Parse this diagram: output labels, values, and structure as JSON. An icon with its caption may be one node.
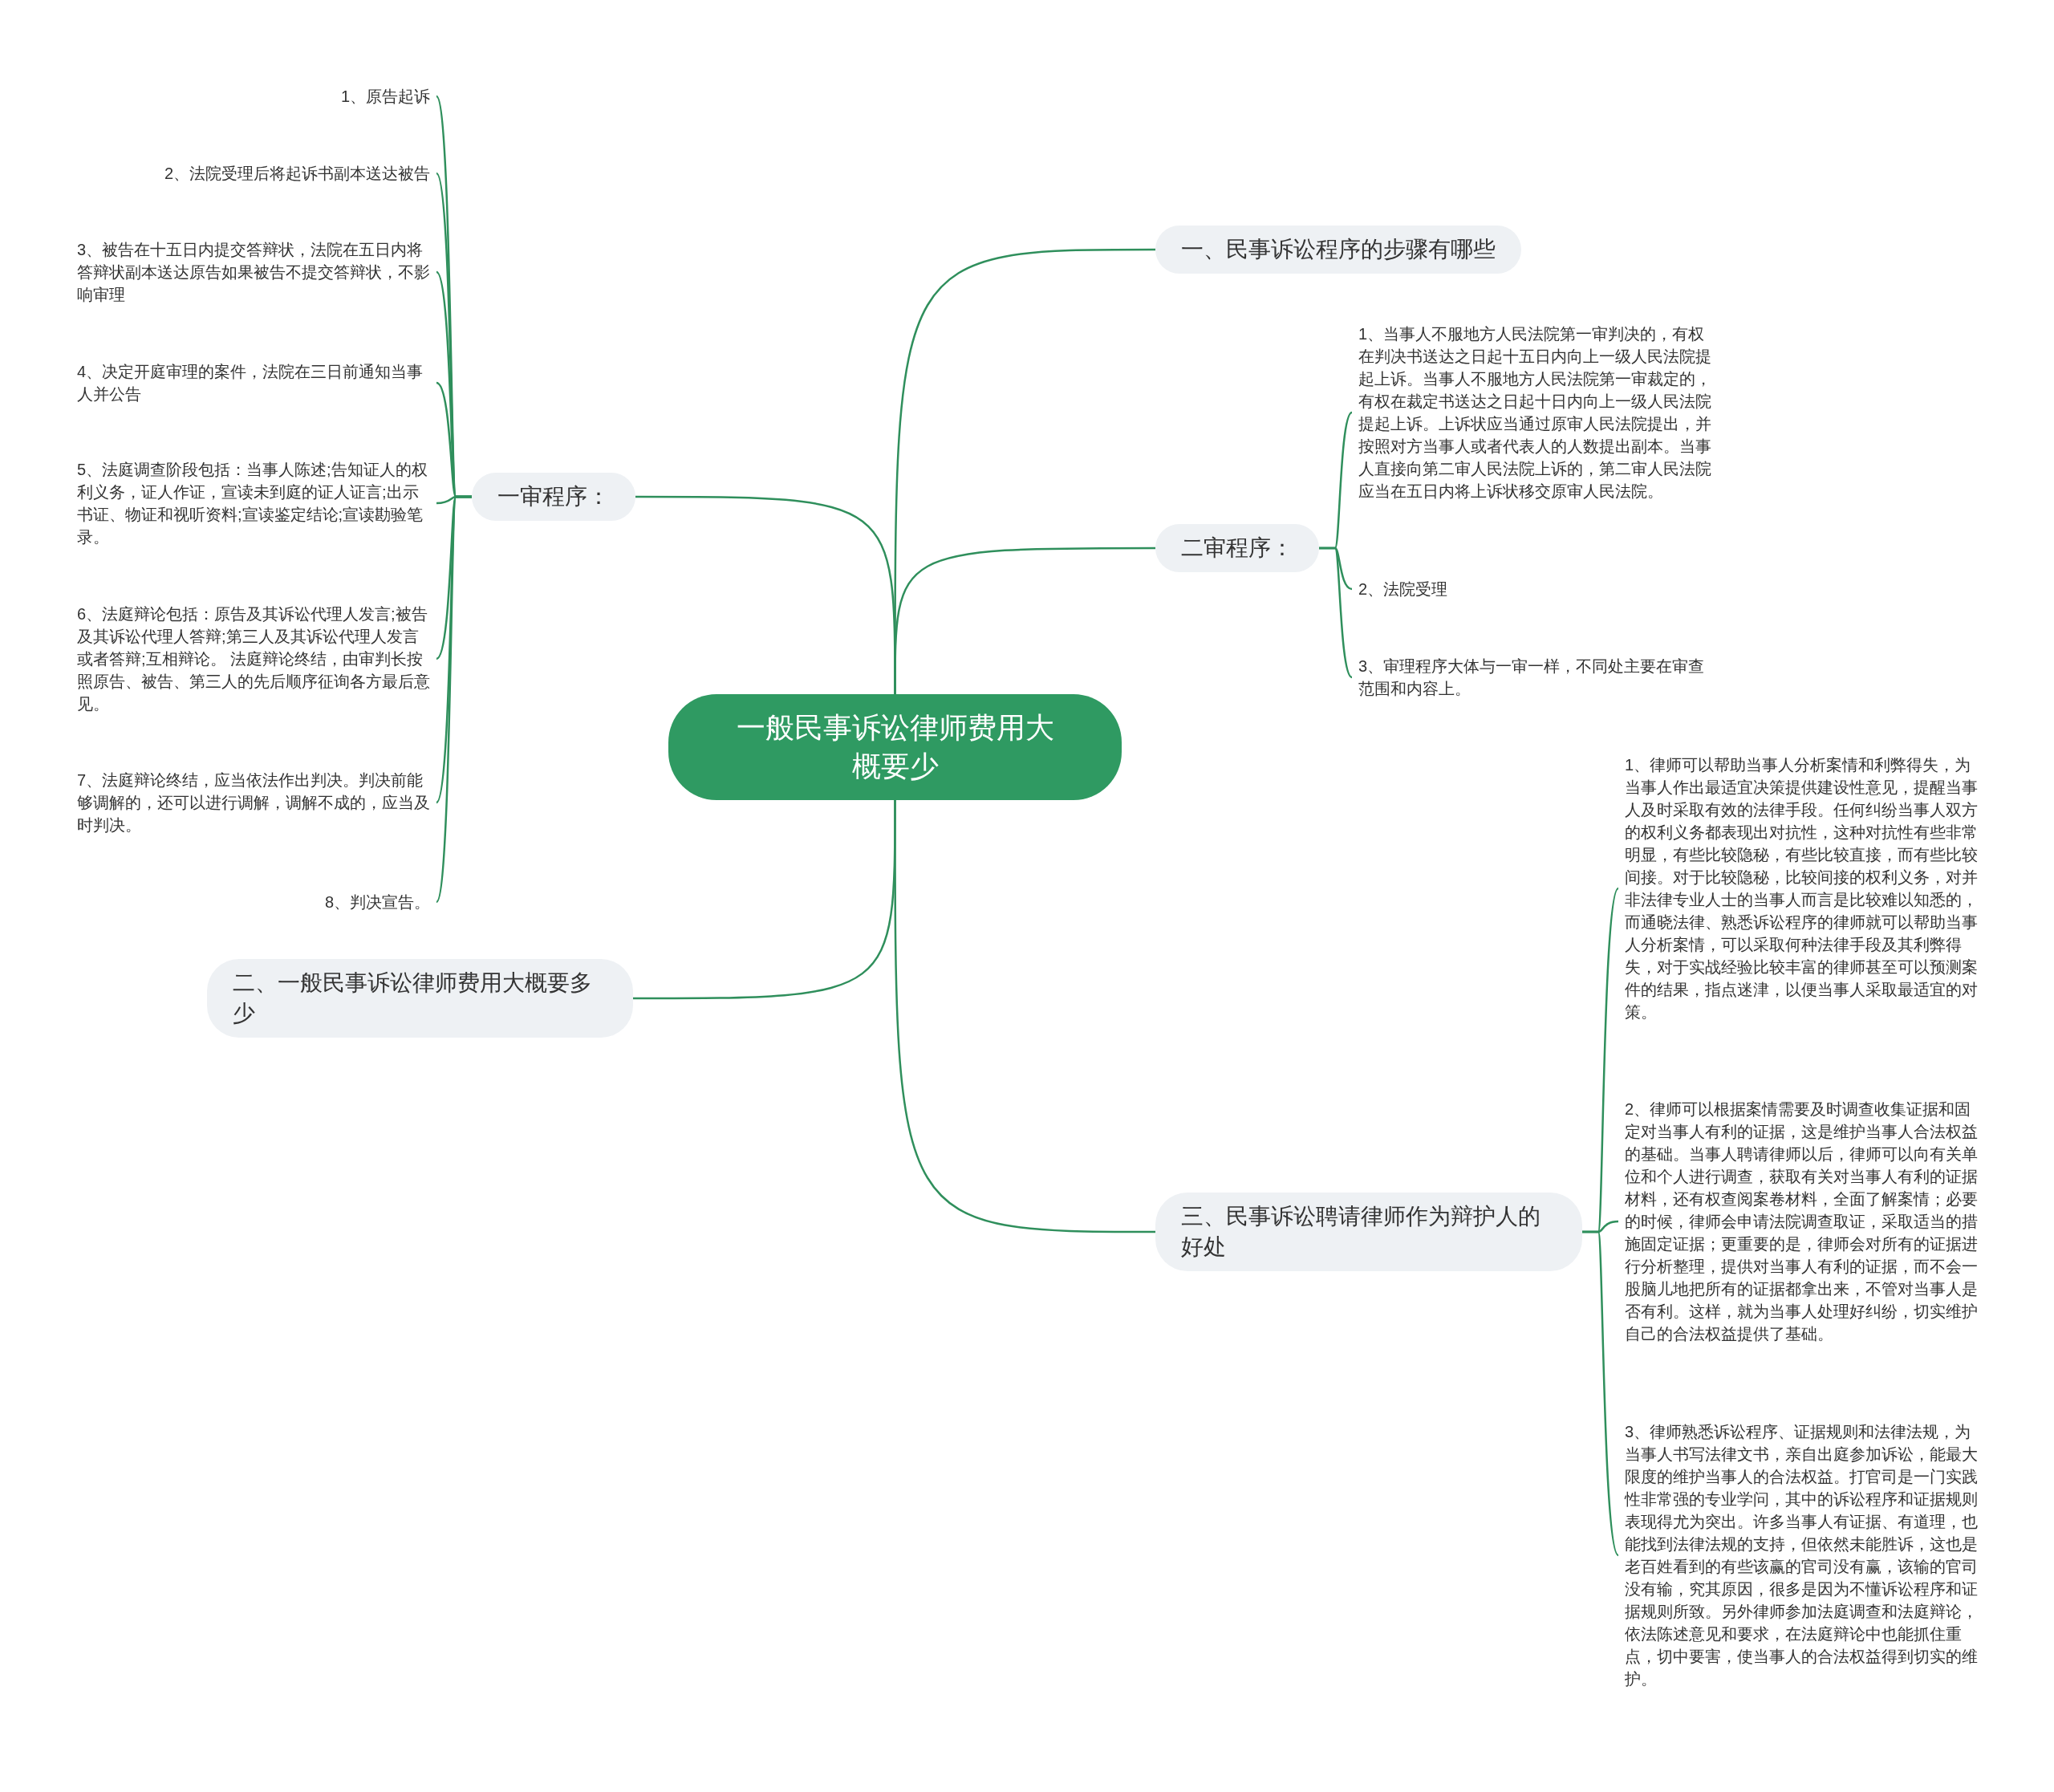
{
  "diagram": {
    "nodes": [
      {
        "text": [
          "一般民事诉讼律师费用大概要少"
        ]
      },
      {
        "text": [
          "一审程序："
        ]
      },
      {
        "text": [
          "1、原告起诉"
        ]
      },
      {
        "text": [
          "2、法院受理后将起诉书副本送达被告"
        ]
      },
      {
        "text": [
          "3、被告在十五日内提交答辩状，法院在五日内将答辩状副本送达原告如果被告不提交答辩状，不影响审理"
        ]
      },
      {
        "text": [
          "4、决定开庭审理的案件，法院在三日前通知当事人并公告"
        ]
      },
      {
        "text": [
          "5、法庭调查阶段包括：当事人陈述;告知证人的权利义务，证人作证，宣读未到庭的证人证言;出示书证、物证和视听资料;宣读鉴定结论;宣读勘验笔录。"
        ]
      },
      {
        "text": [
          "6、法庭辩论包括：原告及其诉讼代理人发言;被告及其诉讼代理人答辩;第三人及其诉讼代理人发言或者答辩;互相辩论。 法庭辩论终结，由审判长按照原告、被告、第三人的先后顺序征询各方最后意见。"
        ]
      },
      {
        "text": [
          "7、法庭辩论终结，应当依法作出判决。判决前能够调解的，还可以进行调解，调解不成的，应当及时判决。"
        ]
      },
      {
        "text": [
          "8、判决宣告。"
        ]
      },
      {
        "text": [
          "二、一般民事诉讼律师费用大概要多少"
        ]
      },
      {
        "text": [
          "一、民事诉讼程序的步骤有哪些"
        ]
      },
      {
        "text": [
          "二审程序："
        ]
      },
      {
        "text": [
          "1、当事人不服地方人民法院第一审判决的，有权在判决书送达之日起十五日内向上一级人民法院提起上诉。当事人不服地方人民法院第一审裁定的，有权在裁定书送达之日起十日内向上一级人民法院提起上诉。上诉状应当通过原审人民法院提出，并按照对方当事人或者代表人的人数提出副本。当事人直接向第二审人民法院上诉的，第二审人民法院应当在五日内将上诉状移交原审人民法院。"
        ]
      },
      {
        "text": [
          "2、法院受理"
        ]
      },
      {
        "text": [
          "3、审理程序大体与一审一样，不同处主要在审查范围和内容上。"
        ]
      },
      {
        "text": [
          "三、民事诉讼聘请律师作为辩护人的好处"
        ]
      },
      {
        "text": [
          "1、律师可以帮助当事人分析案情和利弊得失，为当事人作出最适宜决策提供建设性意见，提醒当事人及时采取有效的法律手段。任何纠纷当事人双方的权利义务都表现出对抗性，这种对抗性有些非常明显，有些比较隐秘，有些比较直接，而有些比较间接。对于比较隐秘，比较间接的权利义务，对并非法律专业人士的当事人而言是比较难以知悉的，而通晓法律、熟悉诉讼程序的律师就可以帮助当事人分析案情，可以采取何种法律手段及其利弊得失，对于实战经验比较丰富的律师甚至可以预测案件的结果，指点迷津，以便当事人采取最适宜的对策。"
        ]
      },
      {
        "text": [
          "2、律师可以根据案情需要及时调查收集证据和固定对当事人有利的证据，这是维护当事人合法权益的基础。当事人聘请律师以后，律师可以向有关单位和个人进行调查，获取有关对当事人有利的证据材料，还有权查阅案卷材料，全面了解案情；必要的时候，律师会申请法院调查取证，采取适当的措施固定证据；更重要的是，律师会对所有的证据进行分析整理，提供对当事人有利的证据，而不会一股脑儿地把所有的证据都拿出来，不管对当事人是否有利。这样，就为当事人处理好纠纷，切实维护自己的合法权益提供了基础。"
        ]
      },
      {
        "text": [
          "3、律师熟悉诉讼程序、证据规则和法律法规，为当事人书写法律文书，亲自出庭参加诉讼，能最大限度的维护当事人的合法权益。打官司是一门实践性非常强的专业学问，其中的诉讼程序和证据规则表现得尤为突出。许多当事人有证据、有道理，也能找到法律法规的支持，但依然未能胜诉，这也是老百姓看到的有些该赢的官司没有赢，该输的官司没有输，究其原因，很多是因为不懂诉讼程序和证据规则所致。另外律师参加法庭调查和法庭辩论，依法陈述意见和要求，在法庭辩论中也能抓住重点，切中要害，使当事人的合法权益得到切实的维护。"
        ]
      }
    ],
    "edges": [
      {
        "from": 0,
        "to": 11,
        "arrow": "none"
      },
      {
        "from": 0,
        "to": 12,
        "arrow": "none"
      },
      {
        "from": 0,
        "to": 16,
        "arrow": "none"
      },
      {
        "from": 0,
        "to": 1,
        "arrow": "none"
      },
      {
        "from": 0,
        "to": 10,
        "arrow": "none"
      },
      {
        "from": 1,
        "to": 2,
        "arrow": "none"
      },
      {
        "from": 1,
        "to": 3,
        "arrow": "none"
      },
      {
        "from": 1,
        "to": 4,
        "arrow": "none"
      },
      {
        "from": 1,
        "to": 5,
        "arrow": "none"
      },
      {
        "from": 1,
        "to": 6,
        "arrow": "none"
      },
      {
        "from": 1,
        "to": 7,
        "arrow": "none"
      },
      {
        "from": 1,
        "to": 8,
        "arrow": "none"
      },
      {
        "from": 1,
        "to": 9,
        "arrow": "none"
      },
      {
        "from": 12,
        "to": 13,
        "arrow": "none"
      },
      {
        "from": 12,
        "to": 14,
        "arrow": "none"
      },
      {
        "from": 12,
        "to": 15,
        "arrow": "none"
      },
      {
        "from": 16,
        "to": 17,
        "arrow": "none"
      },
      {
        "from": 16,
        "to": 18,
        "arrow": "none"
      },
      {
        "from": 16,
        "to": 19,
        "arrow": "none"
      }
    ]
  }
}
